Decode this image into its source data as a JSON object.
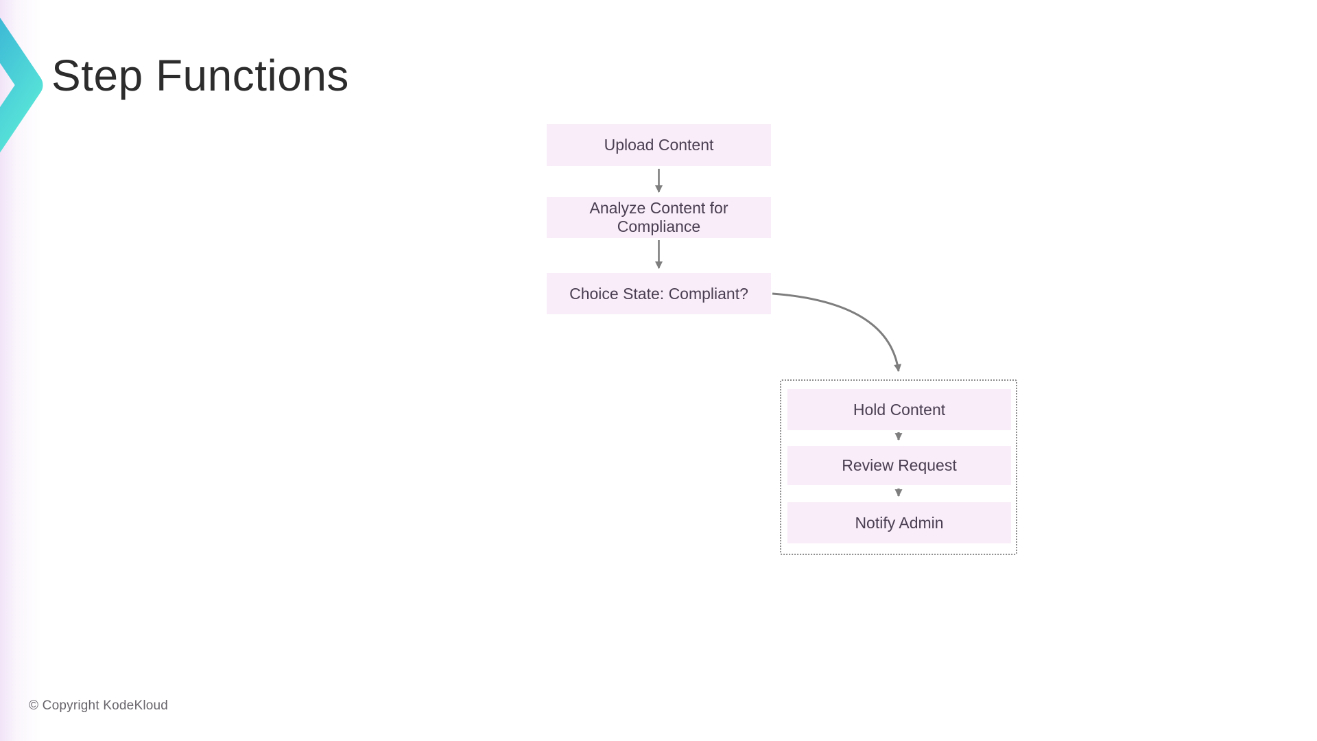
{
  "slide": {
    "title": "Step Functions",
    "copyright": "© Copyright KodeKloud"
  },
  "flowchart": {
    "main_nodes": [
      {
        "id": "upload",
        "label": "Upload Content"
      },
      {
        "id": "analyze",
        "label": "Analyze Content for Compliance"
      },
      {
        "id": "choice",
        "label": "Choice State: Compliant?"
      }
    ],
    "branch_group_nodes": [
      {
        "id": "hold",
        "label": "Hold Content"
      },
      {
        "id": "review",
        "label": "Review Request"
      },
      {
        "id": "notify",
        "label": "Notify Admin"
      }
    ],
    "connections": [
      "upload -> analyze",
      "analyze -> choice",
      "choice -> branch-group (curved)",
      "hold -> review",
      "review -> notify"
    ]
  },
  "icons": {
    "logo": "kodekloud-chevron-icon"
  },
  "colors": {
    "node_background": "#f8edf8",
    "node_text": "#4a3e52",
    "title_text": "#2c2c2c",
    "arrow_gray": "#7e7e7e",
    "group_border": "#8b8b8b",
    "copyright_text": "#67646a",
    "logo_gradient_start": "#3ab4d6",
    "logo_gradient_end": "#57e3d8",
    "left_edge_tint": "#f0e2f7",
    "background": "#ffffff"
  }
}
